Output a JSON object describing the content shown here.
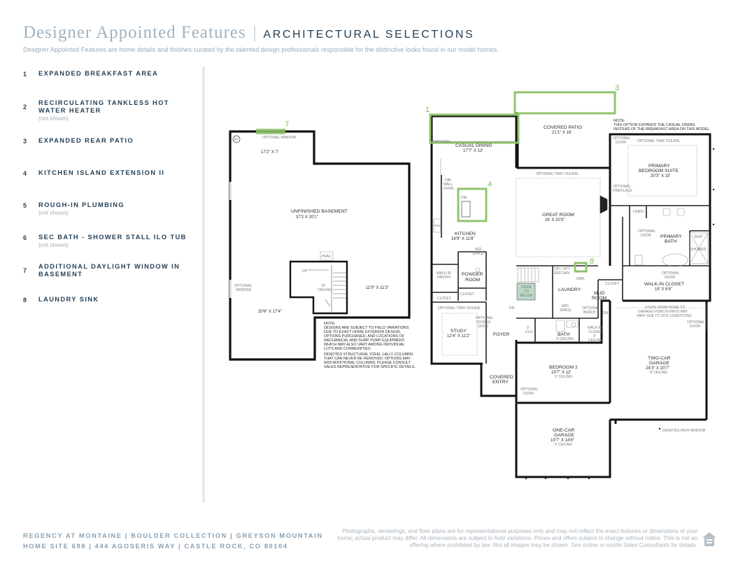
{
  "header": {
    "title": "Designer Appointed Features",
    "separator": "|",
    "section": "ARCHITECTURAL SELECTIONS",
    "description": "Designer Appointed Features are home details and finishes curated by the talented design professionals responsible for the distinctive looks found in our model homes."
  },
  "features": [
    {
      "num": "1",
      "label": "EXPANDED BREAKFAST AREA",
      "note": ""
    },
    {
      "num": "2",
      "label": "RECIRCULATING TANKLESS HOT WATER HEATER",
      "note": "(not shown)"
    },
    {
      "num": "3",
      "label": "EXPANDED REAR PATIO",
      "note": ""
    },
    {
      "num": "4",
      "label": "KITCHEN ISLAND EXTENSION II",
      "note": ""
    },
    {
      "num": "5",
      "label": "ROUGH-IN PLUMBING",
      "note": "(not shown)"
    },
    {
      "num": "6",
      "label": "SEC BATH - SHOWER STALL ILO TUB",
      "note": "(not shown)"
    },
    {
      "num": "7",
      "label": "ADDITIONAL DAYLIGHT WINDOW IN BASEMENT",
      "note": ""
    },
    {
      "num": "8",
      "label": "LAUNDRY SINK",
      "note": ""
    }
  ],
  "basement": {
    "sp": "SP",
    "optional_window_top": "OPTIONAL WINDOW",
    "room_dim_1": "17'2\" X 7'",
    "name": "UNFINISHED BASEMENT",
    "dim": "37'2 X 20'1\"",
    "hvac": "HVAC",
    "up": "UP",
    "ceiling_1": "20'",
    "ceiling_2": "CEILING",
    "dim_right": "11'9\" X 11'3\"",
    "optional_window_left_1": "OPTIONAL",
    "optional_window_left_2": "WINDOW",
    "dim_bottom": "20'6\" X 17'4\"",
    "callout": "7"
  },
  "basement_note": [
    "NOTE:",
    "DESIGNS ARE SUBJECT TO FIELD VARIATIONS",
    "DUE TO EXACT HOME EXTERIOR DESIGN,",
    "OPTIONS PURCHASED, AND LOCATIONS OF",
    "MECHANICAL AND SUMP PUMP EQUIPMENT,",
    "WHICH MAY ALSO VARY AMONG INDIVIDUAL",
    "LOTS AND COMMUNITIES.",
    "",
    "DENOTES STRUCTURAL STEEL LALLY COLUMNS",
    "THAT CAN NEVER BE REMOVED. OPTIONS MAY",
    "ADD ADDITIONAL COLUMNS. PLEASE CONSULT",
    "SALES REPRESENTATIVE FOR SPECIFIC DETAILS."
  ],
  "main_floor": {
    "covered_patio": "COVERED PATIO",
    "covered_patio_dim": "21'1\" X 16'",
    "casual_dining": "CASUAL DINING",
    "casual_dining_dim": "17'7\" X 13'",
    "optional_left": "OPTIONAL",
    "optional_tray_ceiling": "OPTIONAL TRAY CEILING",
    "dsl_wall_oven_1": "DBL",
    "dsl_wall_oven_2": "WALL",
    "dsl_wall_oven_3": "OVEN",
    "dw": "DW",
    "kitchen": "KITCHEN",
    "kitchen_dim": "16'9\" X 11'8\"",
    "great_room": "GREAT ROOM",
    "great_room_dim": "26' X 20'3\"",
    "ref_space_1": "REF",
    "ref_space_2": "SPACE",
    "walk_in_pantry_1": "WALK-IN",
    "walk_in_pantry_2": "PANTRY",
    "powder_room_1": "POWDER",
    "powder_room_2": "ROOM",
    "closet": "CLOSET",
    "closet_2": "CLOSET",
    "open_to_below_1": "OPEN",
    "open_to_below_2": "TO",
    "open_to_below_3": "BELOW",
    "opt_refrig_1": "OPT. OPT",
    "opt_refrig_2": "REFCAIN",
    "sink": "SINK",
    "laundry": "LAUNDRY",
    "wd_space_1": "W/D",
    "wd_space_2": "SPACE",
    "mud_room_1": "MUD",
    "mud_room_2": "ROOM",
    "closet_3": "CLOSET",
    "dn": "DN",
    "dn_2": "DN",
    "study": "STUDY",
    "study_dim": "12'4\" X 11'2\"",
    "optional_double_door_1": "OPTIONAL",
    "optional_double_door_2": "DOUBLE",
    "optional_double_door_3": "DOOR",
    "foyer": "FOYER",
    "cld_1": "9'",
    "cld_2": "CLG",
    "bath": "BATH",
    "bath_ceiling": "9' CEILING",
    "walk_in_closet_s_1": "WALK-IN",
    "walk_in_closet_s_2": "CLOSET",
    "walk_in_closet_s_3": "9'",
    "walk_in_closet_s_4": "CEILING",
    "covered_entry_1": "COVERED",
    "covered_entry_2": "ENTRY",
    "bedroom2": "BEDROOM 2",
    "bedroom2_dim": "19'7\" X 12'",
    "bedroom2_ceiling": "9' CEILING",
    "optional_door_1": "OPTIONAL",
    "optional_door_2": "DOOR",
    "one_car_garage_1": "ONE-CAR",
    "one_car_garage_2": "GARAGE",
    "one_car_garage_dim": "19'7\" X 14'8\"",
    "one_car_garage_ceiling": "9' CEILING",
    "primary_suite_1": "PRIMARY",
    "primary_suite_2": "BEDROOM SUITE",
    "primary_suite_dim": "20'3\" X 15'",
    "optional_door_top_1": "OPTIONAL",
    "optional_door_top_2": "DOOR",
    "optional_tray_ceiling_2": "OPTIONAL TRAY CEILING",
    "optional_fireplace_1": "OPTIONAL",
    "optional_fireplace_2": "FIREPLACE",
    "linen": "LINEN",
    "primary_bath_1": "PRIMARY",
    "primary_bath_2": "BATH",
    "seat": "SEAT",
    "shower": "SHOWER",
    "optional_door_pb_1": "OPTIONAL",
    "optional_door_pb_2": "DOOR",
    "optional_door_wic_1": "OPTIONAL",
    "optional_door_wic_2": "DOOR",
    "walk_in_closet": "WALK-IN CLOSET",
    "walk_in_closet_dim": "18' X 6'6\"",
    "optional_bench_1": "OPTIONAL",
    "optional_bench_2": "BENCH",
    "steps_note_1": "STEPS FROM HOME TO",
    "steps_note_2": "GARAGE/ PORCH/ PATIO MAY",
    "steps_note_3": "VARY DUE TO SITE CONDITIONS.",
    "optional_door_g_1": "OPTIONAL",
    "optional_door_g_2": "DOOR",
    "two_car_garage_1": "TWO-CAR",
    "two_car_garage_2": "GARAGE",
    "two_car_garage_dim": "24'3\" X 20'7\"",
    "two_car_garage_ceiling": "9' CEILING",
    "high_window": "DENOTES HIGH WINDOW",
    "note_1": "NOTE:",
    "note_2": "THIS OPTION EXPANDS THE CASUAL DINING",
    "note_3": "INSTEAD OF THE BREAKFAST AREA ON THIS MODEL.",
    "callout_1": "1",
    "callout_3": "3",
    "callout_4": "4",
    "callout_8": "8"
  },
  "footer": {
    "line1": "REGENCY AT MONTAINE | BOULDER COLLECTION | GREYSON MOUNTAIN",
    "line2": "HOME SITE 698 | 444 AGOSERIS WAY | CASTLE ROCK, CO 80104",
    "disclaimer": "Photographs, renderings, and floor plans are for representational purposes only and may not reflect the exact features or dimensions of your home; actual product may differ. All dimensions are subject to field variations. Prices and offers subject to change without notice. This is not an offering where prohibited by law. Not all images may be shown. See online or onsite Sales Consultants for details."
  },
  "colors": {
    "accent": "#7bbf5c",
    "title": "#9fb2c1",
    "text": "#243f55"
  }
}
